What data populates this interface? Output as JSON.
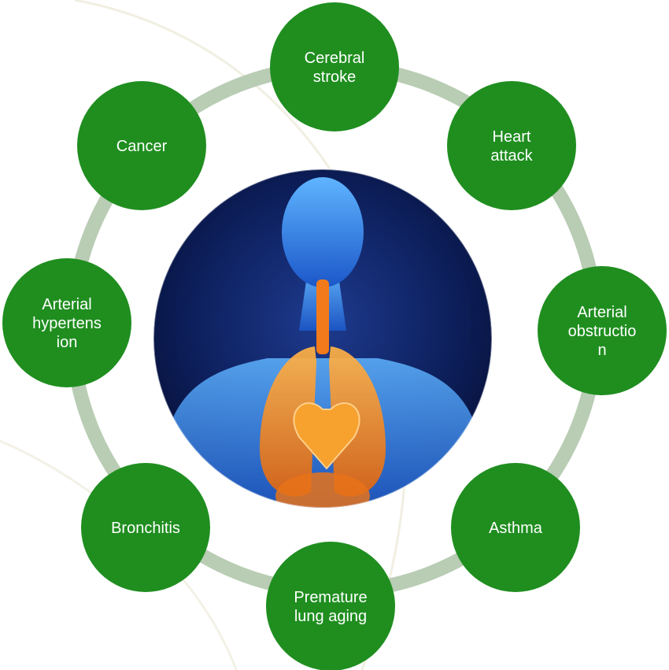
{
  "colors": {
    "node_fill": "#1f8e1f",
    "ring": "#b9ccb4",
    "background_arc": "#f1efe2",
    "body_glow": "#3a8df0",
    "organ_orange": "#f08a1c",
    "backdrop_dark": "#0b1a4a"
  },
  "center_image": {
    "icon": "human-anatomy-icon"
  },
  "nodes": [
    {
      "id": "cerebral-stroke",
      "lines": [
        "Cerebral",
        "stroke"
      ]
    },
    {
      "id": "heart-attack",
      "lines": [
        "Heart",
        "attack"
      ]
    },
    {
      "id": "arterial-obstruction",
      "lines": [
        "Arterial",
        "obstructio",
        "n"
      ]
    },
    {
      "id": "asthma",
      "lines": [
        "Asthma"
      ]
    },
    {
      "id": "premature-lung-aging",
      "lines": [
        "Premature",
        "lung aging"
      ]
    },
    {
      "id": "bronchitis",
      "lines": [
        "Bronchitis"
      ]
    },
    {
      "id": "arterial-hypertension",
      "lines": [
        "Arterial",
        "hypertens",
        "ion"
      ]
    },
    {
      "id": "cancer",
      "lines": [
        "Cancer"
      ]
    }
  ]
}
